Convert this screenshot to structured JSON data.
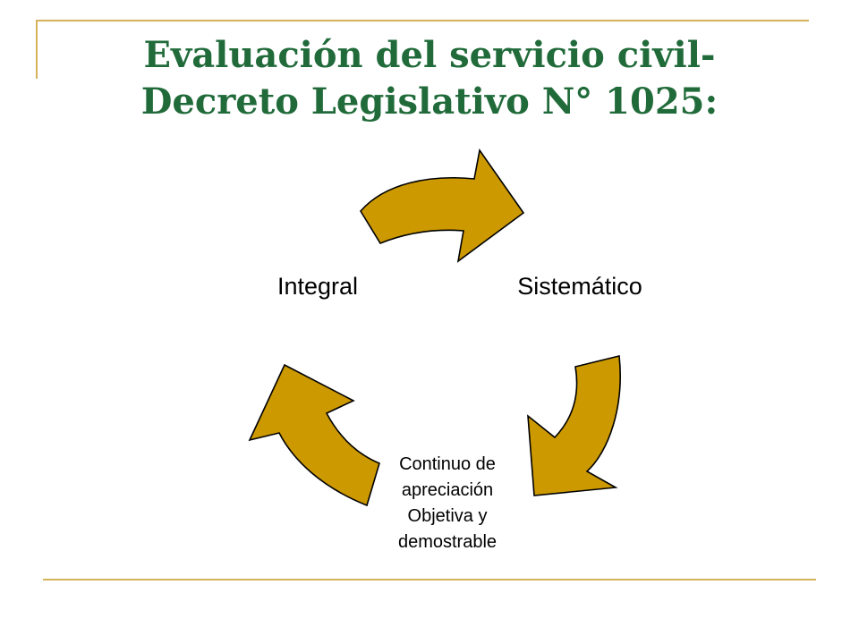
{
  "title": {
    "line1": "Evaluación del servicio civil-",
    "line2": "Decreto Legislativo N° 1025:"
  },
  "cycle": {
    "nodes": [
      {
        "label": "Sistemático"
      },
      {
        "label_lines": [
          "Continuo de",
          "apreciación",
          "Objetiva y",
          "demostrable"
        ]
      },
      {
        "label": "Integral"
      }
    ],
    "arrow_color": "#cc9900"
  },
  "colors": {
    "title": "#216b3a",
    "decoration": "#d4b35a"
  }
}
